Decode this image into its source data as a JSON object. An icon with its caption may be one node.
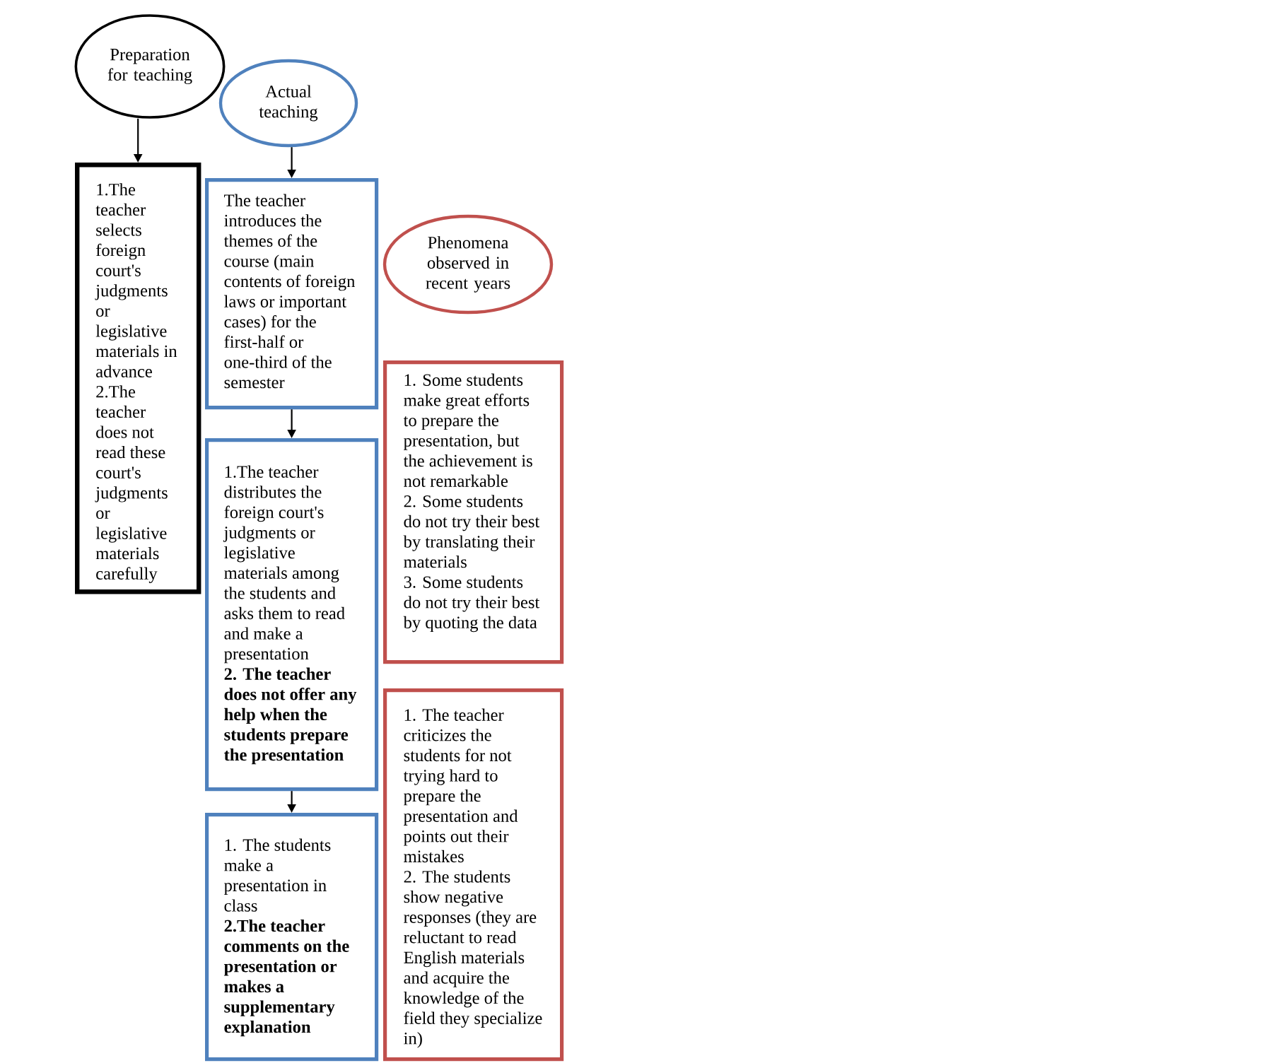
{
  "diagram": {
    "nodes": [
      {
        "text": [
          "Preparation for teaching"
        ]
      },
      {
        "text": [
          "1.The teacher selects foreign court's judgments or legislative materials in advance",
          "2.The teacher does not read these court's judgments or legislative materials carefully"
        ]
      },
      {
        "text": [
          "Actual teaching"
        ]
      },
      {
        "text": [
          "The teacher introduces the themes of the course (main contents of foreign laws or important cases) for the first-half or one-third of the semester"
        ]
      },
      {
        "text": [
          "1.The teacher distributes the foreign court's judgments or legislative materials among the students and asks them to read and make a presentation",
          "2. The teacher does not offer any help when the students prepare the presentation"
        ]
      },
      {
        "text": [
          "1. The students make a presentation in class",
          "2.The teacher comments on the presentation or makes a supplementary explanation"
        ]
      },
      {
        "text": [
          "Phenomena observed in recent years"
        ]
      },
      {
        "text": [
          "1. Some students make great efforts to prepare the presentation, but the achievement is not remarkable",
          "2. Some students do not try their best by translating their materials",
          "3. Some students do not try their best by quoting the data"
        ]
      },
      {
        "text": [
          "1. The teacher criticizes the students for not trying hard to prepare the presentation and points out their mistakes",
          "2. The students show negative responses (they are reluctant to read English materials and acquire the knowledge of the field they specialize in)"
        ]
      }
    ],
    "edges": [
      {
        "from": 0,
        "to": 1,
        "arrow": "to"
      },
      {
        "from": 2,
        "to": 3,
        "arrow": "to"
      },
      {
        "from": 3,
        "to": 4,
        "arrow": "to"
      },
      {
        "from": 4,
        "to": 5,
        "arrow": "to"
      }
    ]
  }
}
